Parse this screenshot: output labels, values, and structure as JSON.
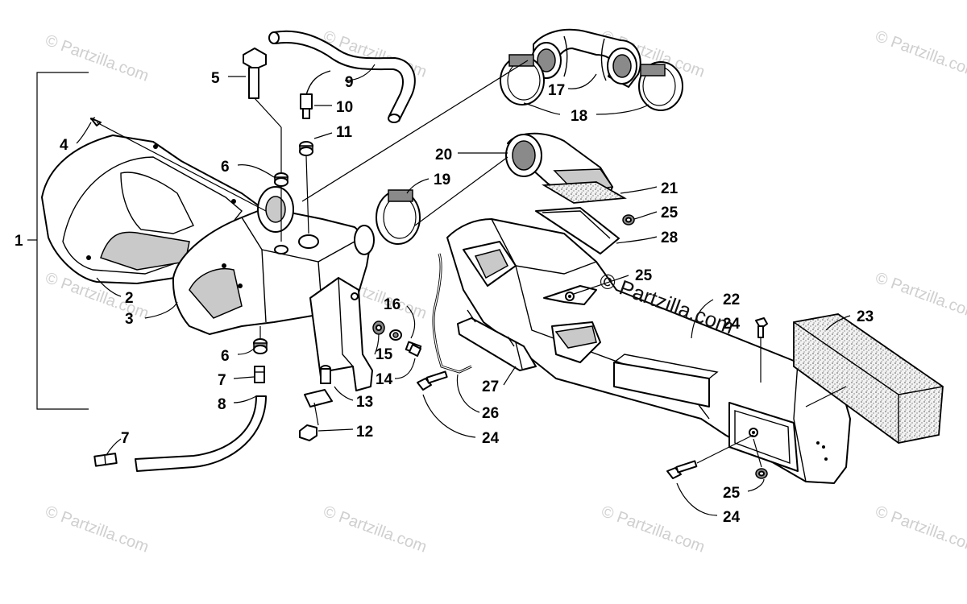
{
  "watermark": {
    "text": "© Partzilla.com",
    "center_text": "© Partzilla.com"
  },
  "callouts": {
    "n1": "1",
    "n2": "2",
    "n3": "3",
    "n4": "4",
    "n5": "5",
    "n6a": "6",
    "n6b": "6",
    "n7a": "7",
    "n7b": "7",
    "n8": "8",
    "n9": "9",
    "n10": "10",
    "n11": "11",
    "n12": "12",
    "n13": "13",
    "n14": "14",
    "n15": "15",
    "n16": "16",
    "n17": "17",
    "n18": "18",
    "n19": "19",
    "n20": "20",
    "n21": "21",
    "n22": "22",
    "n23": "23",
    "n24a": "24",
    "n24b": "24",
    "n24c": "24",
    "n25a": "25",
    "n25b": "25",
    "n25c": "25",
    "n26": "26",
    "n27": "27",
    "n28": "28"
  }
}
